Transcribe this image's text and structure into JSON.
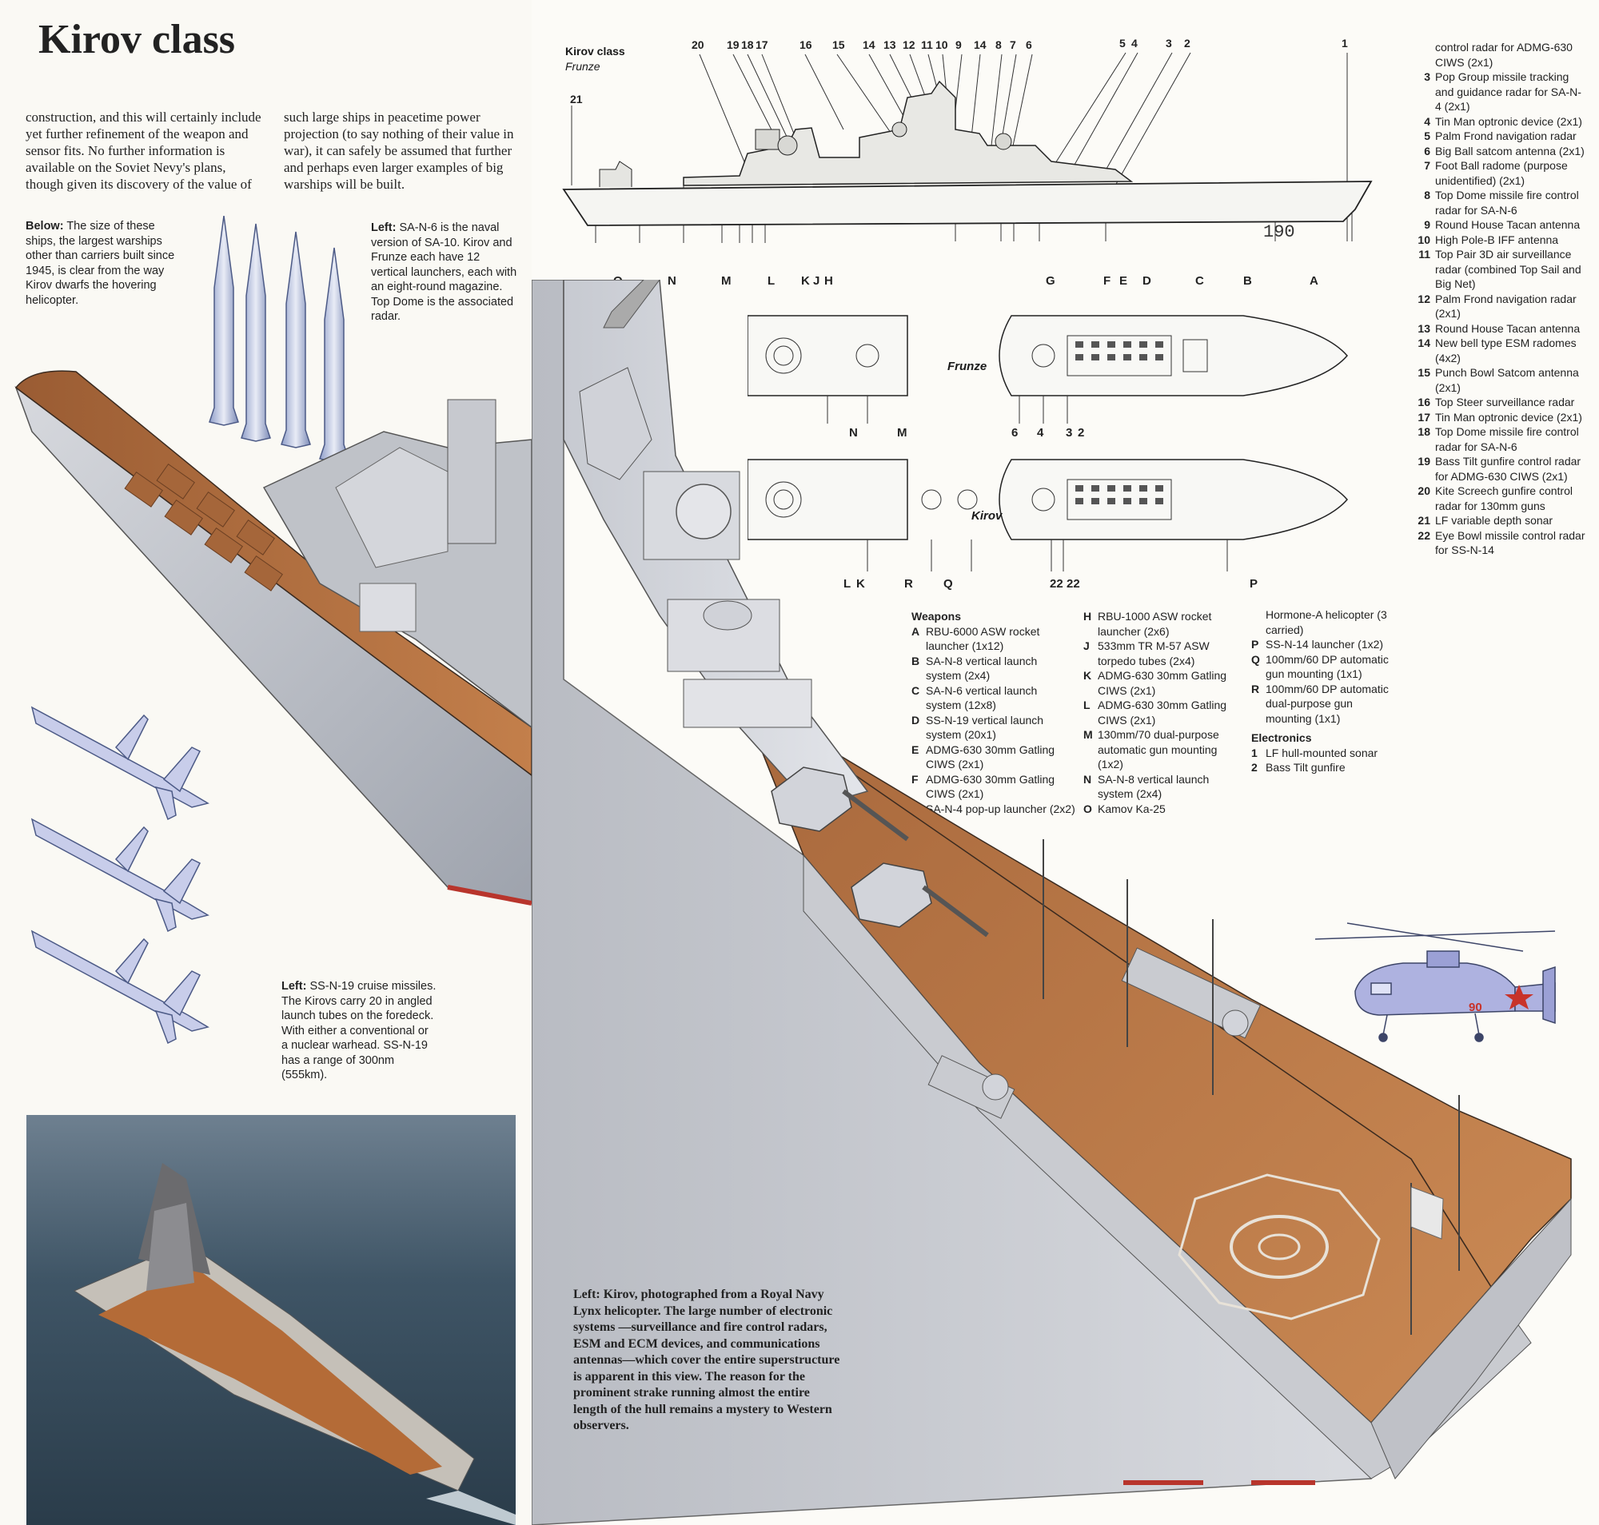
{
  "left": {
    "title": "Kirov class",
    "col1_text": "construction, and this will certainly include yet further refinement of the weapon and sensor fits. No further information is available on the Soviet Nevy's plans, though given its discovery of the value of",
    "col2_text": "such large ships in peacetime power projection (to say nothing of their value in war), it can safely be assumed that further and perhaps even larger examples of big warships will be built.",
    "caption_below_label": "Below:",
    "caption_below_text": "The size of these ships, the largest warships other than carriers built since 1945, is clear from the way Kirov dwarfs the hovering helicopter.",
    "caption_sa_label": "Left:",
    "caption_sa_text": "SA-N-6 is the naval version of SA-10. Kirov and Frunze each have 12 vertical launchers, each with an eight-round magazine. Top Dome is the associated radar.",
    "caption_ssn_label": "Left:",
    "caption_ssn_text": "SS-N-19 cruise missiles. The Kirovs carry 20 in angled launch tubes on the foredeck. With either a conventional or a nuclear warhead. SS-N-19 has a range of 300nm (555km)."
  },
  "profile": {
    "class_label": "Kirov class",
    "ship_label": "Frunze",
    "hull_number": "190",
    "top_numbers": [
      "20",
      "19",
      "18",
      "17",
      "16",
      "15",
      "14",
      "13",
      "12",
      "11",
      "10",
      "9",
      "14",
      "8",
      "7",
      "6",
      "5",
      "4",
      "3",
      "2",
      "1"
    ],
    "left_number": "21",
    "bottom_letters": [
      "O",
      "N",
      "M",
      "L",
      "K",
      "J",
      "H",
      "G",
      "F",
      "E",
      "D",
      "C",
      "B",
      "A"
    ]
  },
  "plans": {
    "frunze_label": "Frunze",
    "kirov_label": "Kirov",
    "frunze_letters": [
      "N",
      "M",
      "6",
      "4",
      "3",
      "2"
    ],
    "kirov_letters": [
      "L",
      "K",
      "R",
      "Q",
      "22",
      "22",
      "P"
    ]
  },
  "key_right": [
    {
      "n": "",
      "t": "control radar for ADMG-630 CIWS (2x1)"
    },
    {
      "n": "3",
      "t": "Pop Group missile tracking and guidance radar for SA-N-4 (2x1)"
    },
    {
      "n": "4",
      "t": "Tin Man optronic device (2x1)"
    },
    {
      "n": "5",
      "t": "Palm Frond navigation radar"
    },
    {
      "n": "6",
      "t": "Big Ball satcom antenna (2x1)"
    },
    {
      "n": "7",
      "t": "Foot Ball radome (purpose unidentified) (2x1)"
    },
    {
      "n": "8",
      "t": "Top Dome missile fire control radar for SA-N-6"
    },
    {
      "n": "9",
      "t": "Round House Tacan antenna"
    },
    {
      "n": "10",
      "t": "High Pole-B IFF antenna"
    },
    {
      "n": "11",
      "t": "Top Pair 3D air surveillance radar (combined Top Sail and Big Net)"
    },
    {
      "n": "12",
      "t": "Palm Frond navigation radar (2x1)"
    },
    {
      "n": "13",
      "t": "Round House Tacan antenna"
    },
    {
      "n": "14",
      "t": "New bell type ESM radomes (4x2)"
    },
    {
      "n": "15",
      "t": "Punch Bowl Satcom antenna (2x1)"
    },
    {
      "n": "16",
      "t": "Top Steer surveillance radar"
    },
    {
      "n": "17",
      "t": "Tin Man optronic device (2x1)"
    },
    {
      "n": "18",
      "t": "Top Dome missile fire control radar for SA-N-6"
    },
    {
      "n": "19",
      "t": "Bass Tilt gunfire control radar for ADMG-630 CIWS (2x1)"
    },
    {
      "n": "20",
      "t": "Kite Screech gunfire control radar for 130mm guns"
    },
    {
      "n": "21",
      "t": "LF variable depth sonar"
    },
    {
      "n": "22",
      "t": "Eye Bowl missile control radar for SS-N-14"
    }
  ],
  "weapons_heading": "Weapons",
  "weapons_col1": [
    {
      "k": "A",
      "t": "RBU-6000 ASW rocket launcher (1x12)"
    },
    {
      "k": "B",
      "t": "SA-N-8 vertical launch system (2x4)"
    },
    {
      "k": "C",
      "t": "SA-N-6 vertical launch system (12x8)"
    },
    {
      "k": "D",
      "t": "SS-N-19 vertical launch system (20x1)"
    },
    {
      "k": "E",
      "t": "ADMG-630 30mm Gatling CIWS (2x1)"
    },
    {
      "k": "F",
      "t": "ADMG-630 30mm Gatling CIWS (2x1)"
    },
    {
      "k": "G",
      "t": "SA-N-4 pop-up launcher (2x2)"
    }
  ],
  "weapons_col2": [
    {
      "k": "H",
      "t": "RBU-1000 ASW rocket launcher (2x6)"
    },
    {
      "k": "J",
      "t": "533mm TR M-57 ASW torpedo tubes (2x4)"
    },
    {
      "k": "K",
      "t": "ADMG-630 30mm Gatling CIWS (2x1)"
    },
    {
      "k": "L",
      "t": "ADMG-630 30mm Gatling CIWS (2x1)"
    },
    {
      "k": "M",
      "t": "130mm/70 dual-purpose automatic gun mounting (1x2)"
    },
    {
      "k": "N",
      "t": "SA-N-8 vertical launch system (2x4)"
    },
    {
      "k": "O",
      "t": "Kamov Ka-25"
    }
  ],
  "weapons_col3": [
    {
      "k": "",
      "t": "Hormone-A helicopter (3 carried)"
    },
    {
      "k": "P",
      "t": "SS-N-14 launcher (1x2)"
    },
    {
      "k": "Q",
      "t": "100mm/60 DP automatic gun mounting (1x1)"
    },
    {
      "k": "R",
      "t": "100mm/60 DP automatic dual-purpose gun mounting (1x1)"
    }
  ],
  "electronics_heading": "Electronics",
  "electronics": [
    {
      "k": "1",
      "t": "LF hull-mounted sonar"
    },
    {
      "k": "2",
      "t": "Bass Tilt gunfire"
    }
  ],
  "helicopter_number": "90",
  "photo_caption": "Left: Kirov, photographed from a Royal Navy Lynx helicopter. The large number of electronic systems —surveillance and fire control radars, ESM and ECM devices, and communications antennas—which cover the entire superstructure is apparent in this view. The reason for the prominent strake running almost the entire length of the hull remains a mystery to Western observers.",
  "colors": {
    "deck": "#b4703f",
    "hull": "#c9cbd0",
    "sea": "#3f5566",
    "waterline": "#b8352c"
  }
}
